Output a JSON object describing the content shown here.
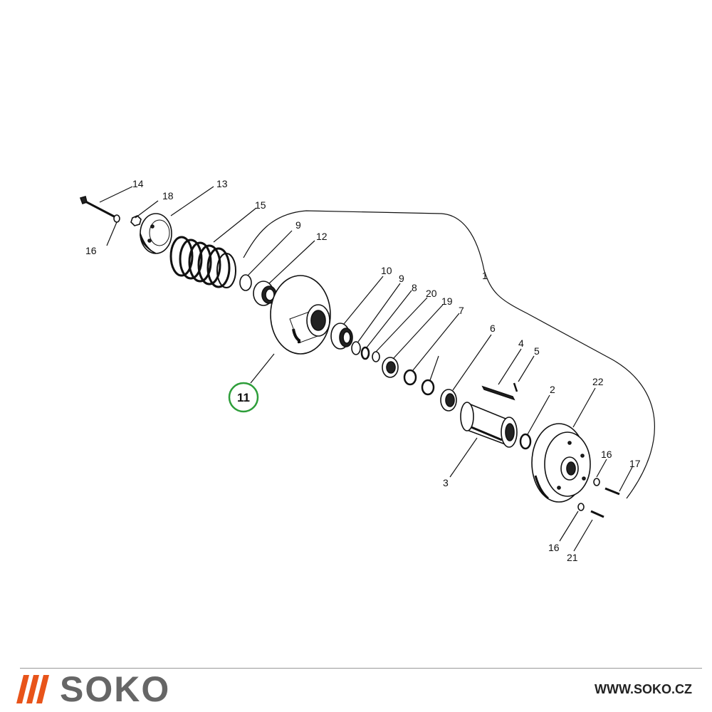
{
  "diagram": {
    "callouts": {
      "c1": "1",
      "c2": "2",
      "c3": "3",
      "c4": "4",
      "c5": "5",
      "c6": "6",
      "c7": "7",
      "c8": "8",
      "c9a": "9",
      "c9b": "9",
      "c10": "10",
      "c11": "11",
      "c12": "12",
      "c13": "13",
      "c14": "14",
      "c15": "15",
      "c16a": "16",
      "c16b": "16",
      "c16c": "16",
      "c17": "17",
      "c18": "18",
      "c19": "19",
      "c20": "20",
      "c21": "21",
      "c22": "22"
    },
    "highlight_color": "#2e9e3a"
  },
  "footer": {
    "logo_text": "SOKO",
    "logo_color": "#e8541a",
    "website": "WWW.SOKO.CZ"
  }
}
